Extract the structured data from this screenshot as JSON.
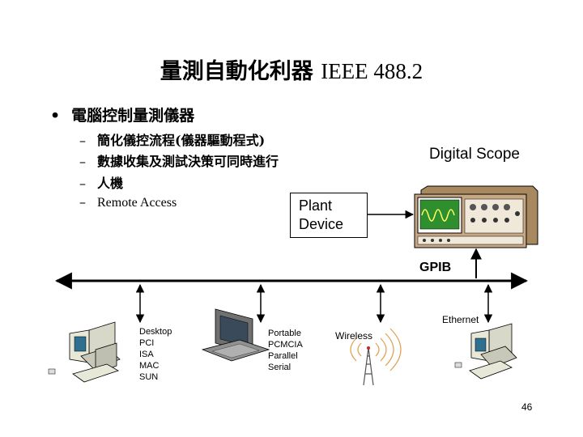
{
  "title": {
    "cjk": "量測自動化利器",
    "latin": "IEEE 488.2"
  },
  "bullets": {
    "main": {
      "marker": "•",
      "text": "電腦控制量測儀器"
    },
    "subs": [
      {
        "dash": "–",
        "text": "簡化儀控流程(儀器驅動程式)"
      },
      {
        "dash": "–",
        "text": "數據收集及測試決策可同時進行"
      },
      {
        "dash": "–",
        "text": "人機"
      },
      {
        "dash": "–",
        "text": "Remote Access"
      }
    ]
  },
  "diagram": {
    "digital_scope_label": "Digital Scope",
    "plant_device": [
      "Plant",
      "Device"
    ],
    "gpib_label": "GPIB",
    "ethernet_label": "Ethernet",
    "wireless_label": "Wireless",
    "desktop_list": [
      "Desktop",
      "PCI",
      "ISA",
      "MAC",
      "SUN"
    ],
    "portable_list": [
      "Portable",
      "PCMCIA",
      "Parallel",
      "Serial"
    ]
  },
  "page_number": "46",
  "colors": {
    "scope_body": "#c8a884",
    "scope_screen": "#2f8f2f",
    "computer_case": "#d8d8c8",
    "monitor_screen": "#2f6f8f",
    "laptop_body": "#707070"
  }
}
